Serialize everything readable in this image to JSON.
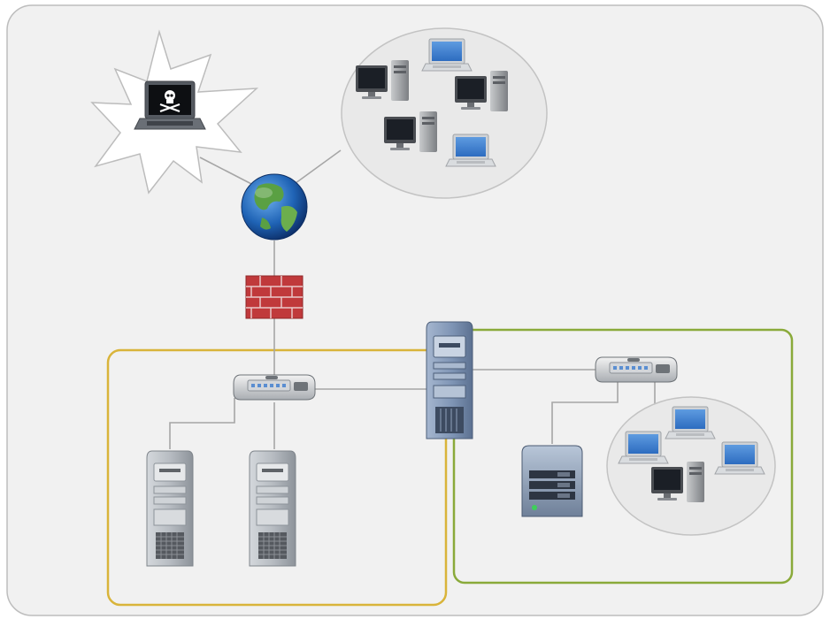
{
  "colors": {
    "canvas": "#f1f1f1",
    "canvas_border": "#bdbdbd",
    "dmz_border": "#d9b43a",
    "lan_border": "#8aaa3a",
    "link": "#a6a6a6",
    "firewall": "#c0393b",
    "server_body": "#9aa2ab",
    "core_server": "#7f95b5",
    "monitor_screen": "#1b1f26",
    "laptop_screen": "#3b7fd0",
    "globe_ocean": "#1f63b5",
    "globe_land": "#5aa043"
  },
  "nodes": [
    {
      "id": "attacker-laptop",
      "icon": "pirate-laptop-icon"
    },
    {
      "id": "internet-clients-cloud",
      "icon": "client-group-icon"
    },
    {
      "id": "internet-globe",
      "icon": "globe-icon"
    },
    {
      "id": "firewall",
      "icon": "firewall-icon"
    },
    {
      "id": "dmz-switch",
      "icon": "switch-icon"
    },
    {
      "id": "dmz-server-1",
      "icon": "server-tower-icon"
    },
    {
      "id": "dmz-server-2",
      "icon": "server-tower-icon"
    },
    {
      "id": "core-server",
      "icon": "server-tower-icon"
    },
    {
      "id": "lan-switch",
      "icon": "switch-icon"
    },
    {
      "id": "nas-storage",
      "icon": "nas-icon"
    },
    {
      "id": "lan-clients-cloud",
      "icon": "client-group-icon"
    }
  ],
  "zones": [
    {
      "id": "dmz-zone",
      "color_key": "dmz_border"
    },
    {
      "id": "lan-zone",
      "color_key": "lan_border"
    }
  ]
}
